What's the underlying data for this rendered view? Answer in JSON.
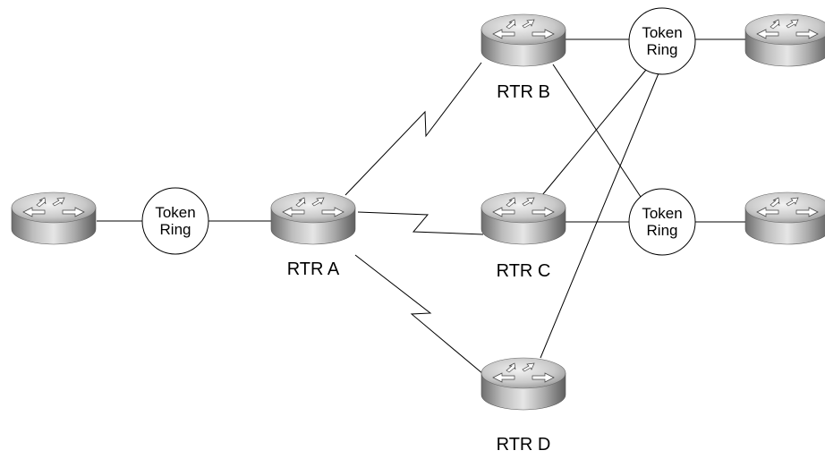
{
  "routers": [
    {
      "id": "left-router",
      "label": ""
    },
    {
      "id": "rtr-a",
      "label": "RTR A"
    },
    {
      "id": "rtr-b",
      "label": "RTR B"
    },
    {
      "id": "rtr-c",
      "label": "RTR C"
    },
    {
      "id": "rtr-d",
      "label": "RTR D"
    },
    {
      "id": "right-top-router",
      "label": ""
    },
    {
      "id": "right-bottom-router",
      "label": ""
    }
  ],
  "rings": [
    {
      "id": "ring-left",
      "line1": "Token",
      "line2": "Ring"
    },
    {
      "id": "ring-top-right",
      "line1": "Token",
      "line2": "Ring"
    },
    {
      "id": "ring-bottom-right",
      "line1": "Token",
      "line2": "Ring"
    }
  ],
  "links": [
    {
      "from": "left-router",
      "to": "ring-left",
      "kind": "lan"
    },
    {
      "from": "ring-left",
      "to": "rtr-a",
      "kind": "lan"
    },
    {
      "from": "rtr-a",
      "to": "rtr-b",
      "kind": "serial"
    },
    {
      "from": "rtr-a",
      "to": "rtr-c",
      "kind": "serial"
    },
    {
      "from": "rtr-a",
      "to": "rtr-d",
      "kind": "serial"
    },
    {
      "from": "rtr-b",
      "to": "ring-top-right",
      "kind": "lan"
    },
    {
      "from": "ring-top-right",
      "to": "right-top-router",
      "kind": "lan"
    },
    {
      "from": "rtr-b",
      "to": "ring-bottom-right",
      "kind": "lan"
    },
    {
      "from": "rtr-c",
      "to": "ring-bottom-right",
      "kind": "lan"
    },
    {
      "from": "ring-bottom-right",
      "to": "right-bottom-router",
      "kind": "lan"
    },
    {
      "from": "rtr-c",
      "to": "ring-top-right",
      "kind": "lan"
    },
    {
      "from": "rtr-d",
      "to": "ring-top-right",
      "kind": "lan"
    }
  ]
}
